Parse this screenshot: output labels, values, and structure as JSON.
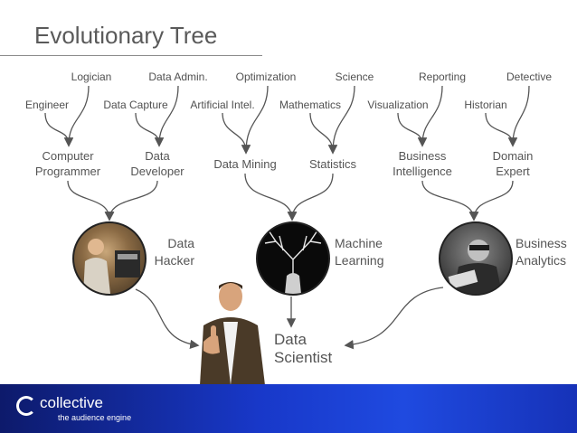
{
  "title": "Evolutionary Tree",
  "top_labels": [
    {
      "text": "Logician",
      "id": "logician"
    },
    {
      "text": "Data Admin.",
      "id": "data-admin"
    },
    {
      "text": "Optimization",
      "id": "optimization"
    },
    {
      "text": "Science",
      "id": "science"
    },
    {
      "text": "Reporting",
      "id": "reporting"
    },
    {
      "text": "Detective",
      "id": "detective"
    }
  ],
  "second_labels": [
    {
      "text": "Engineer",
      "id": "engineer"
    },
    {
      "text": "Data Capture",
      "id": "data-capture"
    },
    {
      "text": "Artificial Intel.",
      "id": "artificial-intel"
    },
    {
      "text": "Mathematics",
      "id": "mathematics"
    },
    {
      "text": "Visualization",
      "id": "visualization"
    },
    {
      "text": "Historian",
      "id": "historian"
    }
  ],
  "mid_labels": [
    {
      "text": "Computer\nProgrammer",
      "id": "computer-programmer"
    },
    {
      "text": "Data\nDeveloper",
      "id": "data-developer"
    },
    {
      "text": "Data Mining",
      "id": "data-mining"
    },
    {
      "text": "Statistics",
      "id": "statistics"
    },
    {
      "text": "Business\nIntelligence",
      "id": "business-intelligence"
    },
    {
      "text": "Domain\nExpert",
      "id": "domain-expert"
    }
  ],
  "roles": [
    {
      "text": "Data\nHacker",
      "id": "data-hacker"
    },
    {
      "text": "Machine\nLearning",
      "id": "machine-learning"
    },
    {
      "text": "Business\nAnalytics",
      "id": "business-analytics"
    }
  ],
  "result": "Data\nScientist",
  "footer": {
    "brand": "collective",
    "tagline": "the audience engine"
  }
}
